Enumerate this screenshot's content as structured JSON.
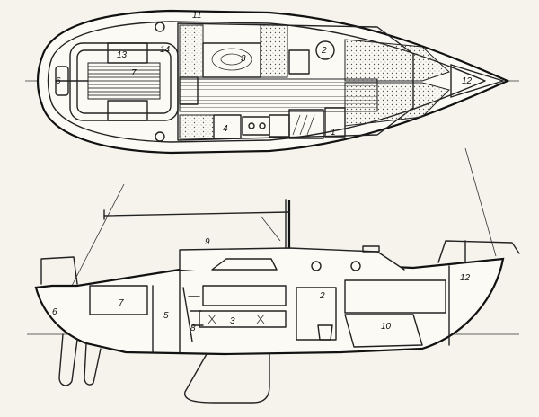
{
  "plan": {
    "labels": [
      "1",
      "2",
      "3",
      "4",
      "6",
      "7",
      "11",
      "12",
      "13",
      "14"
    ]
  },
  "profile": {
    "labels": [
      "2",
      "3",
      "5",
      "6",
      "7",
      "8",
      "9",
      "10",
      "12"
    ]
  },
  "colors": {
    "ink": "#222222",
    "paper": "#f5f3ec",
    "stipple": "#555555"
  }
}
